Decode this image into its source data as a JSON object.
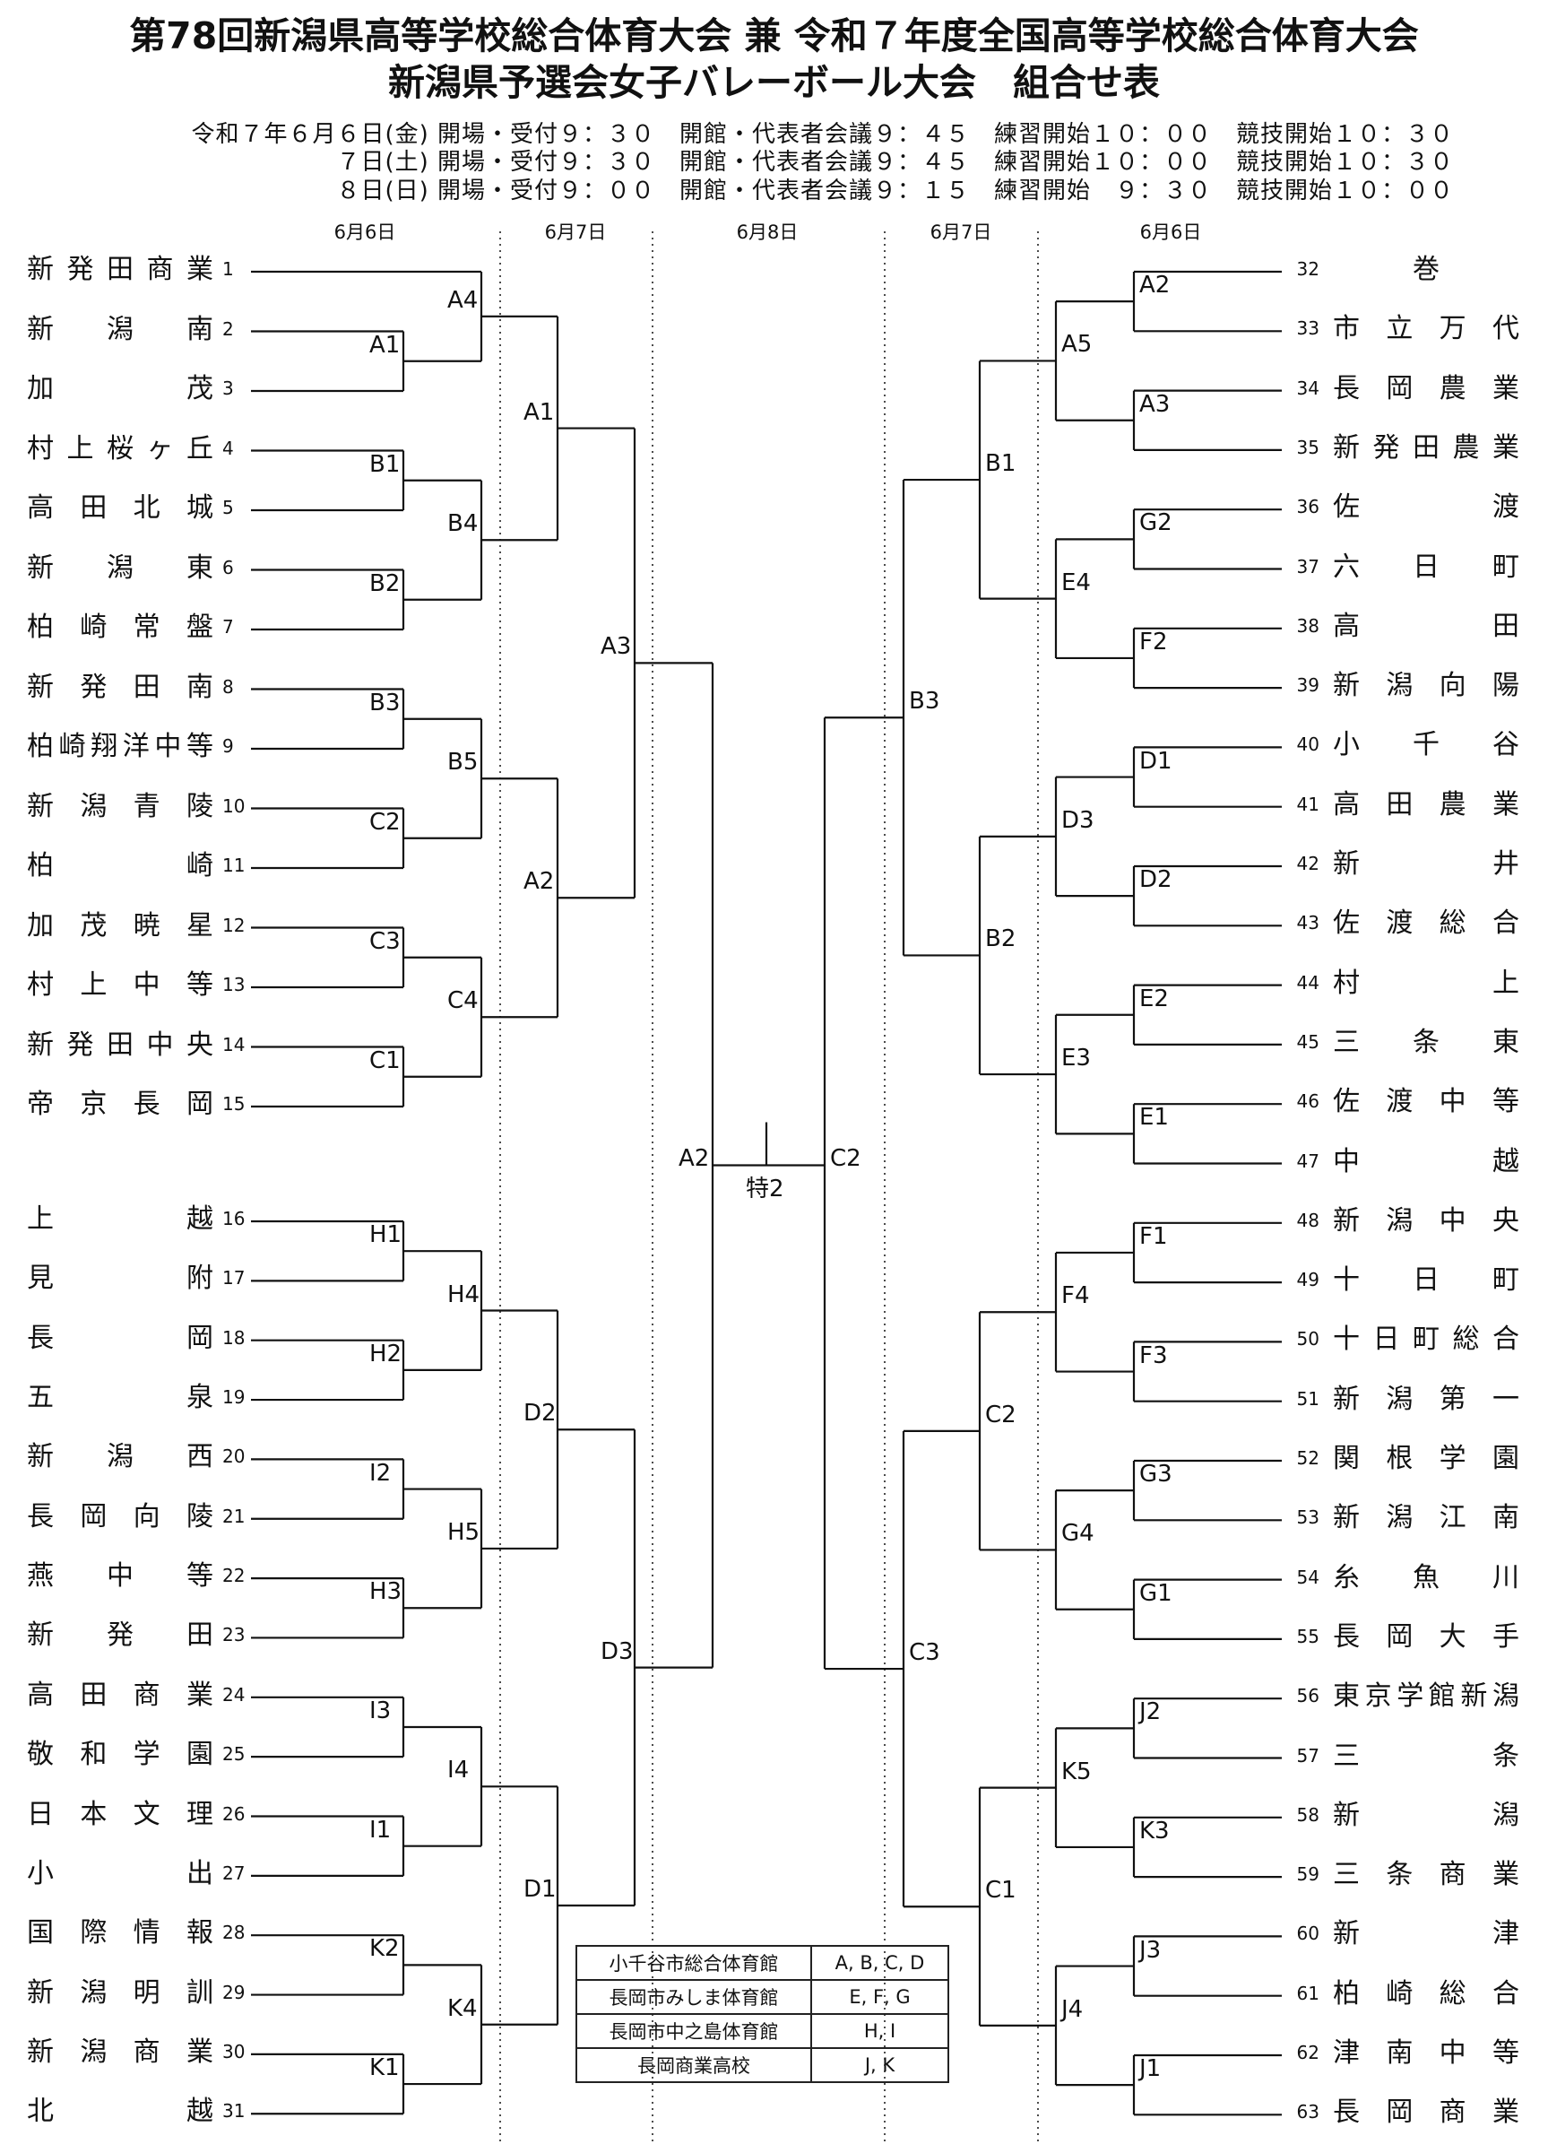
{
  "title_line1": "第78回新潟県高等学校総合体育大会 兼 令和７年度全国高等学校総合体育大会",
  "title_line2": "新潟県予選会女子バレーボール大会　組合せ表",
  "schedule": [
    "令和７年６月６日(金) 開場・受付９：３０　開館・代表者会議９：４５　練習開始１０：００　競技開始１０：３０",
    "７日(土) 開場・受付９：３０　開館・代表者会議９：４５　練習開始１０：００　競技開始１０：３０",
    "８日(日) 開場・受付９：００　開館・代表者会議９：１５　練習開始　９：３０　競技開始１０：００"
  ],
  "day_labels": [
    "6月6日",
    "6月7日",
    "6月8日",
    "6月7日",
    "6月6日"
  ],
  "teams_left": [
    {
      "num": "1",
      "name": "新発田商業"
    },
    {
      "num": "2",
      "name": "新潟南"
    },
    {
      "num": "3",
      "name": "加茂"
    },
    {
      "num": "4",
      "name": "村上桜ヶ丘"
    },
    {
      "num": "5",
      "name": "高田北城"
    },
    {
      "num": "6",
      "name": "新潟東"
    },
    {
      "num": "7",
      "name": "柏崎常盤"
    },
    {
      "num": "8",
      "name": "新発田南"
    },
    {
      "num": "9",
      "name": "柏崎翔洋中等"
    },
    {
      "num": "10",
      "name": "新潟青陵"
    },
    {
      "num": "11",
      "name": "柏崎"
    },
    {
      "num": "12",
      "name": "加茂暁星"
    },
    {
      "num": "13",
      "name": "村上中等"
    },
    {
      "num": "14",
      "name": "新発田中央"
    },
    {
      "num": "15",
      "name": "帝京長岡"
    },
    {
      "num": "16",
      "name": "上越"
    },
    {
      "num": "17",
      "name": "見附"
    },
    {
      "num": "18",
      "name": "長岡"
    },
    {
      "num": "19",
      "name": "五泉"
    },
    {
      "num": "20",
      "name": "新潟西"
    },
    {
      "num": "21",
      "name": "長岡向陵"
    },
    {
      "num": "22",
      "name": "燕中等"
    },
    {
      "num": "23",
      "name": "新発田"
    },
    {
      "num": "24",
      "name": "高田商業"
    },
    {
      "num": "25",
      "name": "敬和学園"
    },
    {
      "num": "26",
      "name": "日本文理"
    },
    {
      "num": "27",
      "name": "小出"
    },
    {
      "num": "28",
      "name": "国際情報"
    },
    {
      "num": "29",
      "name": "新潟明訓"
    },
    {
      "num": "30",
      "name": "新潟商業"
    },
    {
      "num": "31",
      "name": "北越"
    }
  ],
  "teams_right": [
    {
      "num": "32",
      "name": "巻"
    },
    {
      "num": "33",
      "name": "市立万代"
    },
    {
      "num": "34",
      "name": "長岡農業"
    },
    {
      "num": "35",
      "name": "新発田農業"
    },
    {
      "num": "36",
      "name": "佐渡"
    },
    {
      "num": "37",
      "name": "六日町"
    },
    {
      "num": "38",
      "name": "高田"
    },
    {
      "num": "39",
      "name": "新潟向陽"
    },
    {
      "num": "40",
      "name": "小千谷"
    },
    {
      "num": "41",
      "name": "高田農業"
    },
    {
      "num": "42",
      "name": "新井"
    },
    {
      "num": "43",
      "name": "佐渡総合"
    },
    {
      "num": "44",
      "name": "村上"
    },
    {
      "num": "45",
      "name": "三条東"
    },
    {
      "num": "46",
      "name": "佐渡中等"
    },
    {
      "num": "47",
      "name": "中越"
    },
    {
      "num": "48",
      "name": "新潟中央"
    },
    {
      "num": "49",
      "name": "十日町"
    },
    {
      "num": "50",
      "name": "十日町総合"
    },
    {
      "num": "51",
      "name": "新潟第一"
    },
    {
      "num": "52",
      "name": "関根学園"
    },
    {
      "num": "53",
      "name": "新潟江南"
    },
    {
      "num": "54",
      "name": "糸魚川"
    },
    {
      "num": "55",
      "name": "長岡大手"
    },
    {
      "num": "56",
      "name": "東京学館新潟"
    },
    {
      "num": "57",
      "name": "三条"
    },
    {
      "num": "58",
      "name": "新潟"
    },
    {
      "num": "59",
      "name": "三条商業"
    },
    {
      "num": "60",
      "name": "新津"
    },
    {
      "num": "61",
      "name": "柏崎総合"
    },
    {
      "num": "62",
      "name": "津南中等"
    },
    {
      "num": "63",
      "name": "長岡商業"
    }
  ],
  "match_labels_left": {
    "r1": [
      "A1",
      "B1",
      "B2",
      "B3",
      "C2",
      "C3",
      "C1",
      "H1",
      "H2",
      "I2",
      "H3",
      "I3",
      "I1",
      "K2",
      "K1"
    ],
    "r2": [
      "A4",
      "B4",
      "B5",
      "C4",
      "H4",
      "H5",
      "I4",
      "K4"
    ],
    "r3": [
      "A1",
      "A2",
      "D2",
      "D1"
    ],
    "r4": [
      "A3",
      "D3"
    ],
    "final": "A2"
  },
  "match_labels_right": {
    "r1": [
      "A2",
      "A3",
      "G2",
      "F2",
      "D1",
      "D2",
      "E2",
      "E1",
      "F1",
      "F3",
      "G3",
      "G1",
      "J2",
      "K3",
      "J3",
      "J1"
    ],
    "r2": [
      "A5",
      "E4",
      "D3",
      "E3",
      "F4",
      "G4",
      "K5",
      "J4"
    ],
    "r3": [
      "B1",
      "B2",
      "C2",
      "C1"
    ],
    "r4": [
      "B3",
      "C3"
    ],
    "final": "C2"
  },
  "special_label": "特2",
  "venues": [
    {
      "venue": "小千谷市総合体育館",
      "courts": "A, B, C, D"
    },
    {
      "venue": "長岡市みしま体育館",
      "courts": "E, F, G"
    },
    {
      "venue": "長岡市中之島体育館",
      "courts": "H, I"
    },
    {
      "venue": "長岡商業高校",
      "courts": "J, K"
    }
  ]
}
